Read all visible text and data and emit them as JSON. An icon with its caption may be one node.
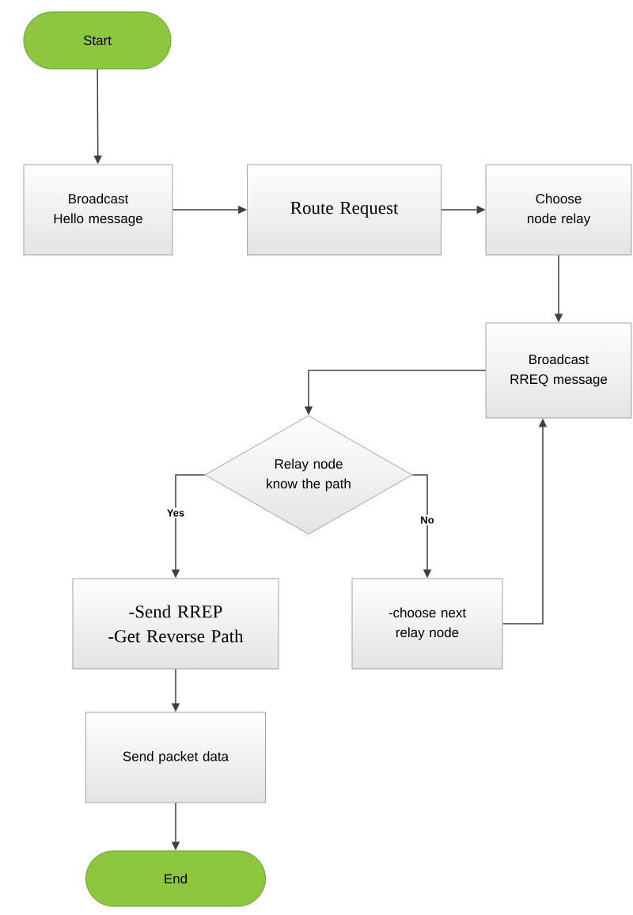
{
  "diagram": {
    "nodes": [
      {
        "text": [
          "Start"
        ]
      },
      {
        "text": [
          "Broadcast Hello message"
        ]
      },
      {
        "text": [
          "Route Request"
        ]
      },
      {
        "text": [
          "Choose node relay"
        ]
      },
      {
        "text": [
          "Broadcast RREQ message"
        ]
      },
      {
        "text": [
          "Relay node know the path"
        ]
      },
      {
        "text": [
          "-Send RREP",
          "-Get Reverse Path"
        ]
      },
      {
        "text": [
          "-choose next relay node"
        ]
      },
      {
        "text": [
          "Send packet data"
        ]
      },
      {
        "text": [
          "End"
        ]
      }
    ],
    "edges": [
      {
        "from": 0,
        "to": 1,
        "arrow": "to"
      },
      {
        "from": 1,
        "to": 2,
        "arrow": "to"
      },
      {
        "from": 2,
        "to": 3,
        "arrow": "to"
      },
      {
        "from": 3,
        "to": 4,
        "arrow": "to"
      },
      {
        "from": 4,
        "to": 5,
        "arrow": "to"
      },
      {
        "from": 5,
        "to": 6,
        "arrow": "to",
        "label": "Yes"
      },
      {
        "from": 5,
        "to": 7,
        "arrow": "to",
        "label": "No"
      },
      {
        "from": 7,
        "to": 4,
        "arrow": "to"
      },
      {
        "from": 6,
        "to": 8,
        "arrow": "to"
      },
      {
        "from": 8,
        "to": 9,
        "arrow": "to"
      }
    ]
  }
}
